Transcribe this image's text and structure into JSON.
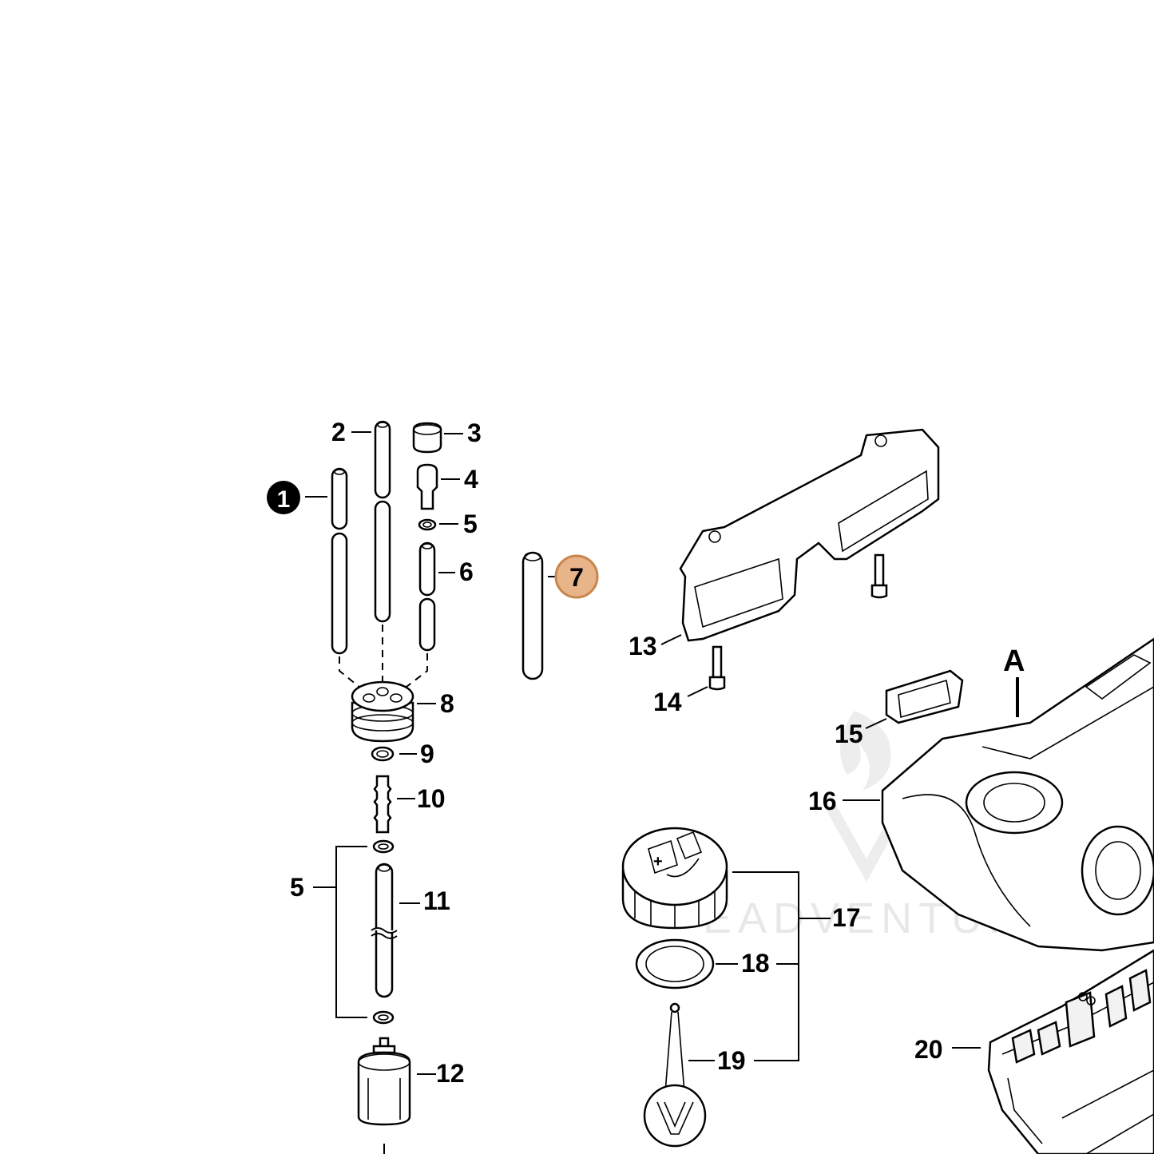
{
  "diagram": {
    "callouts": [
      {
        "id": "1",
        "label": "1"
      },
      {
        "id": "2",
        "label": "2"
      },
      {
        "id": "3",
        "label": "3"
      },
      {
        "id": "4",
        "label": "4"
      },
      {
        "id": "5a",
        "label": "5"
      },
      {
        "id": "6",
        "label": "6"
      },
      {
        "id": "7",
        "label": "7"
      },
      {
        "id": "8",
        "label": "8"
      },
      {
        "id": "9",
        "label": "9"
      },
      {
        "id": "10",
        "label": "10"
      },
      {
        "id": "5b",
        "label": "5"
      },
      {
        "id": "11",
        "label": "11"
      },
      {
        "id": "12",
        "label": "12"
      },
      {
        "id": "13",
        "label": "13"
      },
      {
        "id": "14",
        "label": "14"
      },
      {
        "id": "15",
        "label": "15"
      },
      {
        "id": "16",
        "label": "16"
      },
      {
        "id": "17",
        "label": "17"
      },
      {
        "id": "18",
        "label": "18"
      },
      {
        "id": "19",
        "label": "19"
      },
      {
        "id": "20",
        "label": "20"
      },
      {
        "id": "A",
        "label": "A"
      }
    ],
    "highlight_color": "#e8b48a",
    "highlight_stroke": "#c8864c",
    "badge_color": "#000000",
    "watermark": "EADVENTURE"
  }
}
